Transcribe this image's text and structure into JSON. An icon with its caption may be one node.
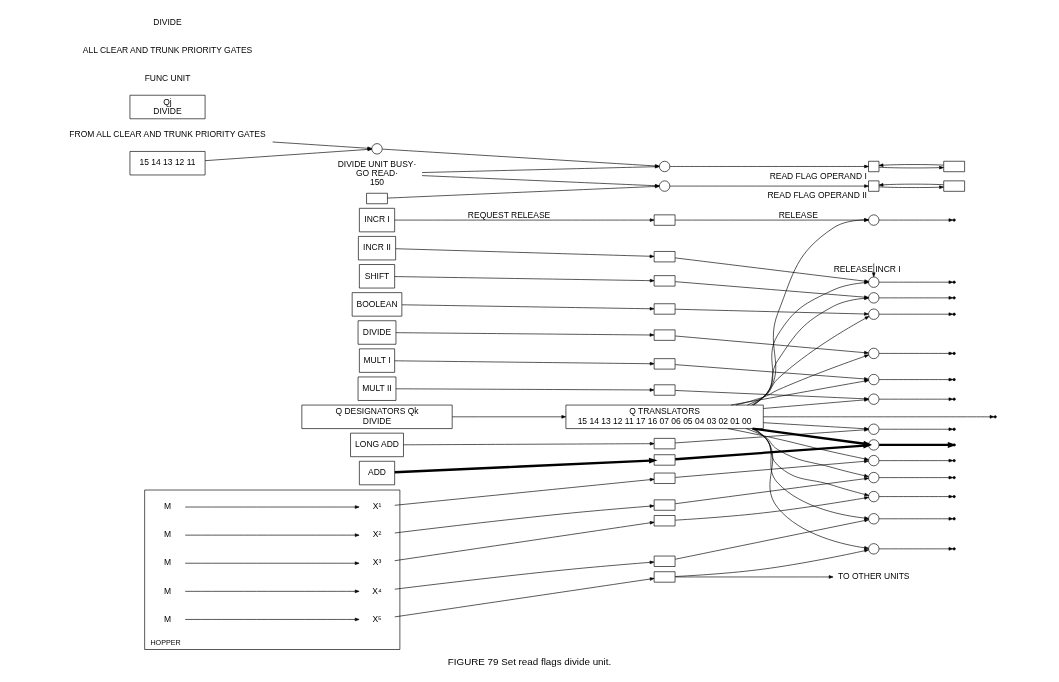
{
  "diagram": {
    "caption": "FIGURE 79 Set read flags divide unit.",
    "nodes": [
      {
        "text": [
          "Q DESIGNATORS Qk",
          "DIVIDE"
        ]
      },
      {
        "text": [
          "Qj",
          "DIVIDE"
        ]
      },
      {
        "text": [
          "Q TRANSLATORS",
          "15 14 13 12 11 17 16 07 06 05 04 03 02 01 00"
        ]
      },
      {
        "text": [
          "15 14 13 12 11"
        ]
      },
      {
        "text": [
          "INCR I"
        ]
      },
      {
        "text": [
          "INCR II"
        ]
      },
      {
        "text": [
          "SHIFT"
        ]
      },
      {
        "text": [
          "BOOLEAN"
        ]
      },
      {
        "text": [
          "DIVIDE"
        ]
      },
      {
        "text": [
          "MULT I"
        ]
      },
      {
        "text": [
          "MULT II"
        ]
      },
      {
        "text": [
          "LONG ADD"
        ]
      },
      {
        "text": [
          "ADD"
        ]
      },
      {
        "text": [
          "HOPPER"
        ]
      },
      {
        "text": [
          "M"
        ],
        "in": 13
      },
      {
        "text": [
          "X¹"
        ],
        "in": 13
      },
      {
        "text": [
          "M"
        ],
        "in": 13
      },
      {
        "text": [
          "X²"
        ],
        "in": 13
      },
      {
        "text": [
          "M"
        ],
        "in": 13
      },
      {
        "text": [
          "X³"
        ],
        "in": 13
      },
      {
        "text": [
          "M"
        ],
        "in": 13
      },
      {
        "text": [
          "X⁴"
        ],
        "in": 13
      },
      {
        "text": [
          "M"
        ],
        "in": 13
      },
      {
        "text": [
          "X⁵"
        ],
        "in": 13
      },
      {
        "text": [],
        "shape": "box"
      },
      {
        "text": [],
        "shape": "box"
      },
      {
        "text": [],
        "shape": "box"
      },
      {
        "text": [],
        "shape": "box"
      },
      {
        "text": [],
        "shape": "box"
      },
      {
        "text": [],
        "shape": "box"
      },
      {
        "text": [],
        "shape": "box"
      },
      {
        "text": [],
        "shape": "box"
      },
      {
        "text": [],
        "shape": "box"
      },
      {
        "text": [],
        "shape": "box"
      },
      {
        "text": [],
        "shape": "box"
      },
      {
        "text": [],
        "shape": "box"
      },
      {
        "text": [],
        "shape": "box"
      },
      {
        "text": [],
        "shape": "box"
      },
      {
        "text": [],
        "shape": "circle"
      },
      {
        "text": [],
        "shape": "circle"
      },
      {
        "text": [],
        "shape": "circle"
      },
      {
        "text": [],
        "shape": "circle"
      },
      {
        "text": [],
        "shape": "circle"
      },
      {
        "text": [],
        "shape": "circle"
      },
      {
        "text": [],
        "shape": "circle"
      },
      {
        "text": [],
        "shape": "circle"
      },
      {
        "text": [],
        "shape": "circle"
      },
      {
        "text": [],
        "shape": "circle"
      },
      {
        "text": [],
        "shape": "circle"
      },
      {
        "text": [],
        "shape": "circle"
      },
      {
        "text": [],
        "shape": "circle"
      },
      {
        "text": [],
        "shape": "circle"
      },
      {
        "text": [
          "TO OTHER UNITS"
        ]
      },
      {
        "text": [
          "FROM ALL CLEAR AND TRUNK PRIORITY GATES"
        ]
      },
      {
        "text": [],
        "shape": "circle"
      },
      {
        "text": [],
        "shape": "circle"
      },
      {
        "text": [],
        "shape": "box",
        "beside": [
          "READ FLAG OPERAND I"
        ]
      },
      {
        "text": [],
        "shape": "box"
      },
      {
        "text": [
          "DIVIDE UNIT BUSY·",
          "GO READ·",
          "150"
        ]
      },
      {
        "text": [],
        "shape": "box"
      },
      {
        "text": [],
        "shape": "circle"
      },
      {
        "text": [],
        "shape": "box",
        "beside": [
          "READ FLAG OPERAND II"
        ]
      },
      {
        "text": [],
        "shape": "box"
      }
    ],
    "edges": [
      {
        "from": 0,
        "to": 2,
        "arrow": "to"
      },
      {
        "from": 4,
        "to": 24,
        "arrow": "to",
        "label": "REQUEST RELEASE"
      },
      {
        "from": 5,
        "to": 25,
        "arrow": "to"
      },
      {
        "from": 6,
        "to": 26,
        "arrow": "to"
      },
      {
        "from": 7,
        "to": 27,
        "arrow": "to"
      },
      {
        "from": 8,
        "to": 28,
        "arrow": "to"
      },
      {
        "from": 9,
        "to": 29,
        "arrow": "to"
      },
      {
        "from": 10,
        "to": 30,
        "arrow": "to"
      },
      {
        "from": 11,
        "to": 31,
        "arrow": "to"
      },
      {
        "from": 12,
        "to": 32,
        "arrow": "to",
        "style": "thick"
      },
      {
        "from": 14,
        "to": 15,
        "arrow": "to"
      },
      {
        "from": 16,
        "to": 17,
        "arrow": "to"
      },
      {
        "from": 18,
        "to": 19,
        "arrow": "to"
      },
      {
        "from": 20,
        "to": 21,
        "arrow": "to"
      },
      {
        "from": 22,
        "to": 23,
        "arrow": "to"
      },
      {
        "from": 15,
        "to": 33,
        "arrow": "to"
      },
      {
        "from": 17,
        "to": 34,
        "arrow": "to"
      },
      {
        "from": 19,
        "to": 35,
        "arrow": "to"
      },
      {
        "from": 21,
        "to": 36,
        "arrow": "to"
      },
      {
        "from": 23,
        "to": 37,
        "arrow": "to"
      },
      {
        "from": 24,
        "to": 38,
        "arrow": "to",
        "label": "RELEASE"
      },
      {
        "from": 25,
        "to": 39,
        "arrow": "to"
      },
      {
        "from": 26,
        "to": 40,
        "arrow": "to"
      },
      {
        "from": 27,
        "to": 41,
        "arrow": "to"
      },
      {
        "from": 28,
        "to": 42,
        "arrow": "to"
      },
      {
        "from": 29,
        "to": 43,
        "arrow": "to"
      },
      {
        "from": 30,
        "to": 44,
        "arrow": "to"
      },
      {
        "from": 31,
        "to": 45,
        "arrow": "to"
      },
      {
        "from": 32,
        "to": 46,
        "arrow": "to",
        "style": "thick"
      },
      {
        "from": 33,
        "to": 47,
        "arrow": "to"
      },
      {
        "from": 34,
        "to": 48,
        "arrow": "to"
      },
      {
        "from": 35,
        "to": 49,
        "arrow": "to"
      },
      {
        "from": 36,
        "to": 50,
        "arrow": "to"
      },
      {
        "from": 37,
        "to": 51,
        "arrow": "to"
      },
      {
        "from": 2,
        "to": 38,
        "arrow": "to"
      },
      {
        "from": 2,
        "to": 39,
        "arrow": "to"
      },
      {
        "from": 2,
        "to": 40,
        "arrow": "to"
      },
      {
        "from": 2,
        "to": 41,
        "arrow": "to"
      },
      {
        "from": 2,
        "to": 42,
        "arrow": "to"
      },
      {
        "from": 2,
        "to": 43,
        "arrow": "to"
      },
      {
        "from": 2,
        "to": 44,
        "arrow": "to"
      },
      {
        "from": 2,
        "to": 45,
        "arrow": "to"
      },
      {
        "from": 2,
        "to": 46,
        "arrow": "to",
        "style": "thick"
      },
      {
        "from": 2,
        "to": 47,
        "arrow": "to"
      },
      {
        "from": 2,
        "to": 48,
        "arrow": "to"
      },
      {
        "from": 2,
        "to": 49,
        "arrow": "to"
      },
      {
        "from": 2,
        "to": 50,
        "arrow": "to"
      },
      {
        "from": 2,
        "to": 51,
        "arrow": "to"
      },
      {
        "from": 38,
        "to": null,
        "arrow": "to"
      },
      {
        "from": 39,
        "to": null,
        "arrow": "to"
      },
      {
        "from": 40,
        "to": null,
        "arrow": "to"
      },
      {
        "from": 41,
        "to": null,
        "arrow": "to"
      },
      {
        "from": 42,
        "to": null,
        "arrow": "to"
      },
      {
        "from": 43,
        "to": null,
        "arrow": "to"
      },
      {
        "from": 44,
        "to": null,
        "arrow": "to"
      },
      {
        "from": 45,
        "to": null,
        "arrow": "to"
      },
      {
        "from": 46,
        "to": null,
        "arrow": "to",
        "style": "thick"
      },
      {
        "from": 47,
        "to": null,
        "arrow": "to"
      },
      {
        "from": 48,
        "to": null,
        "arrow": "to"
      },
      {
        "from": 49,
        "to": null,
        "arrow": "to"
      },
      {
        "from": 50,
        "to": null,
        "arrow": "to"
      },
      {
        "from": 51,
        "to": null,
        "arrow": "to"
      },
      {
        "from": 2,
        "to": null,
        "arrow": "to"
      },
      {
        "from": null,
        "to": 39,
        "arrow": "to",
        "label": "RELEASE INCR I"
      },
      {
        "from": 37,
        "to": 52,
        "arrow": "to"
      },
      {
        "from": 53,
        "to": 54,
        "arrow": "to"
      },
      {
        "from": 3,
        "to": 54,
        "arrow": "to"
      },
      {
        "from": 54,
        "to": 55,
        "arrow": "to"
      },
      {
        "from": 55,
        "to": 56,
        "arrow": "to"
      },
      {
        "from": 56,
        "to": 57,
        "arrow": "to"
      },
      {
        "from": 57,
        "to": 56,
        "arrow": "to"
      },
      {
        "from": 58,
        "to": 55,
        "arrow": "to"
      },
      {
        "from": 58,
        "to": 60,
        "arrow": "to"
      },
      {
        "from": 59,
        "to": 60,
        "arrow": "to"
      },
      {
        "from": 60,
        "to": 61,
        "arrow": "to"
      },
      {
        "from": 61,
        "to": 62,
        "arrow": "to"
      },
      {
        "from": 62,
        "to": 61,
        "arrow": "to"
      }
    ],
    "labels": [
      "FUNC UNIT",
      "ALL CLEAR AND TRUNK PRIORITY GATES",
      "DIVIDE"
    ]
  }
}
